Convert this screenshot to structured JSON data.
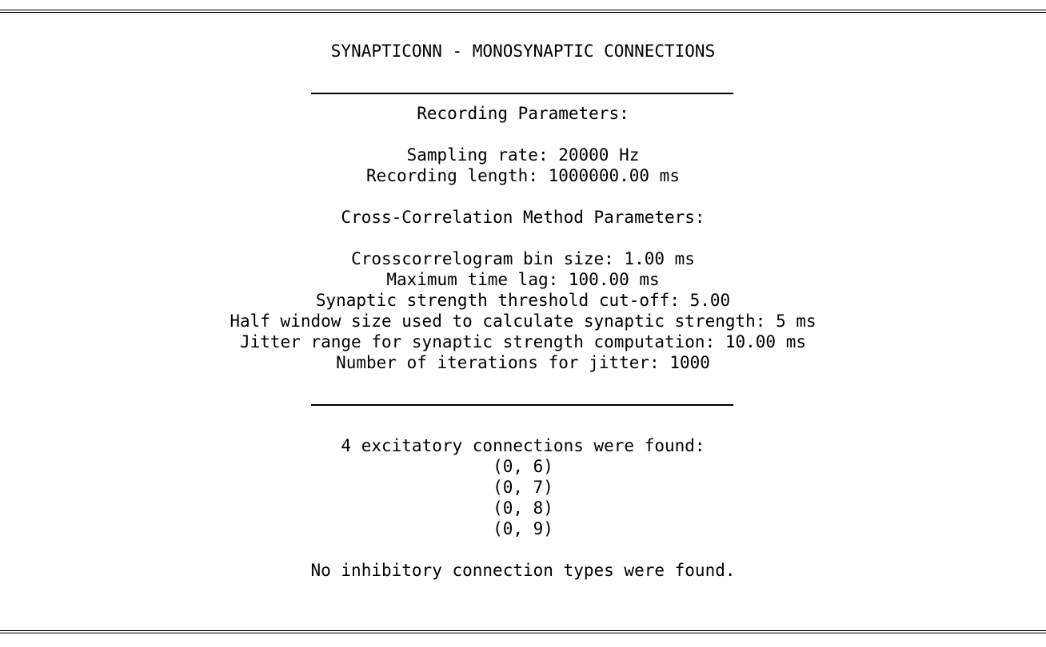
{
  "header": {
    "title": "SYNAPTICONN - MONOSYNAPTIC CONNECTIONS"
  },
  "recording_parameters": {
    "heading": "Recording Parameters:",
    "sampling_rate": "Sampling rate: 20000 Hz",
    "recording_length": "Recording length: 1000000.00 ms"
  },
  "ccg_parameters": {
    "heading": "Cross-Correlation Method Parameters:",
    "bin_size": "Crosscorrelogram bin size: 1.00 ms",
    "max_lag": "Maximum time lag: 100.00 ms",
    "threshold": "Synaptic strength threshold cut-off: 5.00",
    "half_window": "Half window size used to calculate synaptic strength: 5 ms",
    "jitter_range": "Jitter range for synaptic strength computation: 10.00 ms",
    "jitter_iterations": "Number of iterations for jitter: 1000"
  },
  "results": {
    "excitatory_summary": "4 excitatory connections were found:",
    "excitatory_connections": [
      "(0, 6)",
      "(0, 7)",
      "(0, 8)",
      "(0, 9)"
    ],
    "inhibitory_summary": "No inhibitory connection types were found."
  }
}
